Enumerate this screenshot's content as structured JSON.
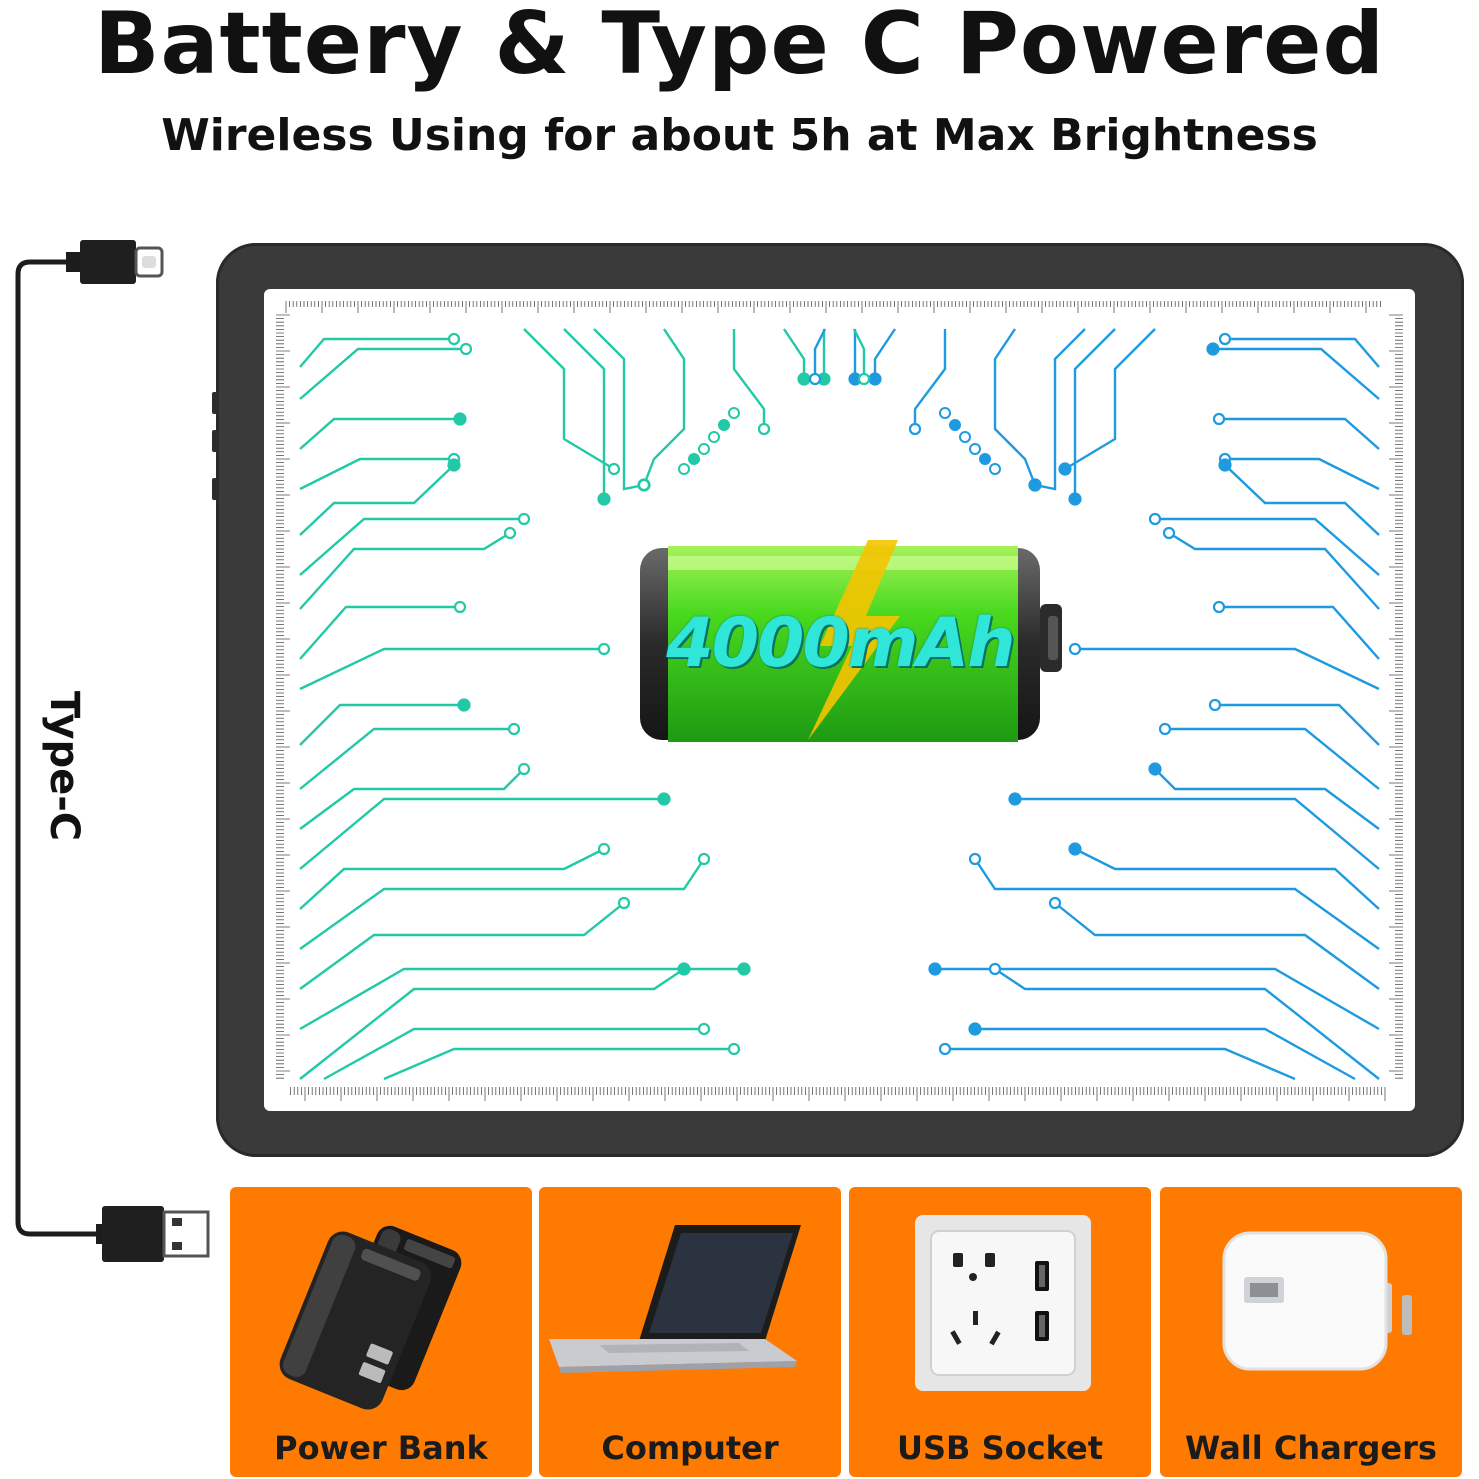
{
  "header": {
    "title": "Battery & Type C Powered",
    "subtitle": "Wireless Using for about 5h at Max Brightness"
  },
  "cable": {
    "label": "Type-C"
  },
  "battery": {
    "capacity_label": "4000mAh"
  },
  "power_sources": [
    {
      "label": "Power Bank",
      "icon": "power-bank-icon"
    },
    {
      "label": "Computer",
      "icon": "laptop-icon"
    },
    {
      "label": "USB Socket",
      "icon": "wall-socket-icon"
    },
    {
      "label": "Wall Chargers",
      "icon": "wall-charger-icon"
    }
  ],
  "colors": {
    "card_background": "#ff7a00",
    "tablet_frame": "#3a3a3a",
    "circuit_left": "#22c9a6",
    "circuit_right": "#1e9be0",
    "battery_green": "#3bd41e",
    "bolt": "#f5c400"
  }
}
